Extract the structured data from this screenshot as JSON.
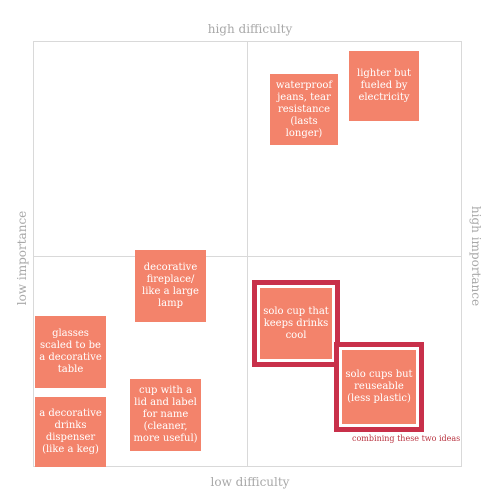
{
  "axes": {
    "top": "high difficulty",
    "bottom": "low difficulty",
    "left": "low importance",
    "right": "high importance"
  },
  "notes": [
    {
      "id": "waterproof-jeans",
      "text": "waterproof jeans, tear resistance (lasts longer)"
    },
    {
      "id": "lighter",
      "text": "lighter but fueled by electricity"
    },
    {
      "id": "fireplace",
      "text": "decorative fireplace/ like a large lamp"
    },
    {
      "id": "glasses",
      "text": "glasses scaled to be a decorative table"
    },
    {
      "id": "dispenser",
      "text": "a decorative drinks dispenser (like a keg)"
    },
    {
      "id": "cup-lid",
      "text": "cup with a lid and label for name (cleaner, more useful)"
    },
    {
      "id": "solo-cool",
      "text": "solo cup that keeps drinks cool"
    },
    {
      "id": "solo-reuse",
      "text": "solo cups but reuseable (less plastic)"
    }
  ],
  "annotation": "combining these two ideas",
  "colors": {
    "note": "#f3836b",
    "highlight": "#c8304a",
    "grid": "#d9d9d9",
    "axis_text": "#a8a8a8"
  }
}
